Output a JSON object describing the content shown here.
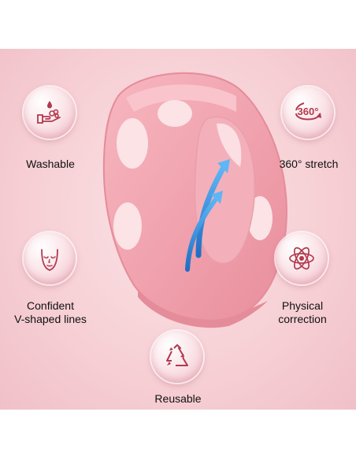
{
  "features": {
    "washable": {
      "label": "Washable",
      "icon": "washing-hands-icon"
    },
    "stretch": {
      "label": "360° stretch",
      "icon": "rotate-360-icon",
      "icon_text": "360°"
    },
    "vshape": {
      "line1": "Confident",
      "line2": "V-shaped lines",
      "icon": "face-outline-icon"
    },
    "physical": {
      "line1": "Physical",
      "line2": "correction",
      "icon": "atom-icon"
    },
    "reusable": {
      "label": "Reusable",
      "icon": "recycle-icon"
    }
  },
  "colors": {
    "icon": "#b13a4e",
    "background": "#f6cfd4",
    "strap": "#f2a2ae",
    "arrow": "#2e8fe0"
  }
}
